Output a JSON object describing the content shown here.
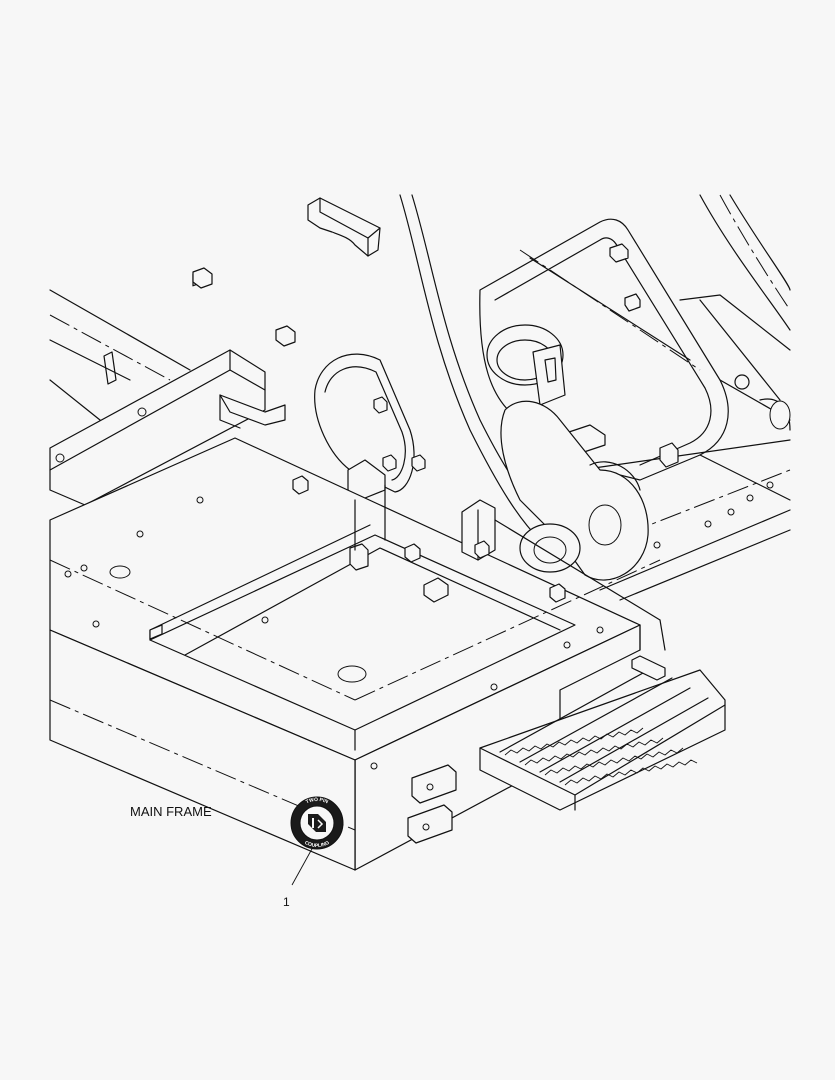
{
  "diagram": {
    "part_label": "MAIN FRAME",
    "callout_number": "1"
  },
  "decal": {
    "ring_text_top": "TWO PIN",
    "ring_text_bottom": "COUPLING"
  },
  "colors": {
    "background": "#f7f7f7",
    "line": "#111111",
    "decal_fill": "#1a1a1a"
  }
}
